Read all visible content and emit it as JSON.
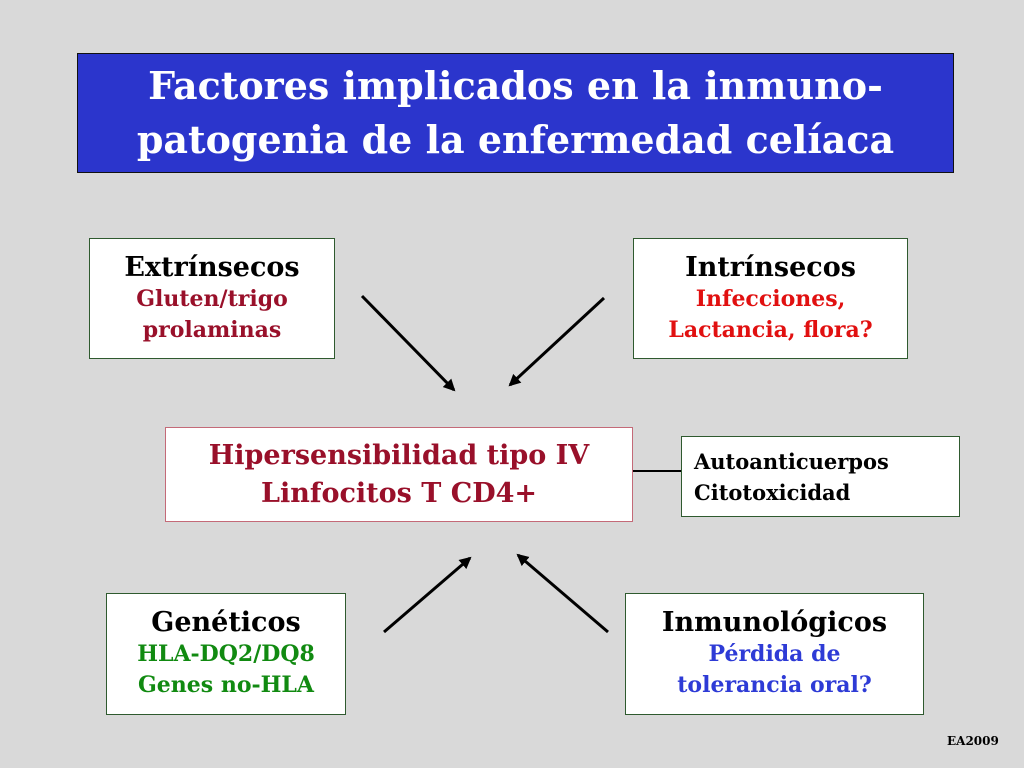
{
  "title": {
    "line1": "Factores implicados en la inmuno-",
    "line2": "patogenia de la enfermedad celíaca"
  },
  "extrinsecos": {
    "heading": "Extrínsecos",
    "lines": [
      "Gluten/trigo",
      "prolaminas"
    ]
  },
  "intrinsecos": {
    "heading": "Intrínsecos",
    "lines": [
      "Infecciones,",
      "Lactancia, flora?"
    ]
  },
  "center": {
    "lines": [
      "Hipersensibilidad tipo IV",
      "Linfocitos T CD4+"
    ]
  },
  "effects": {
    "lines": [
      "Autoanticuerpos",
      "Citotoxicidad"
    ]
  },
  "geneticos": {
    "heading": "Genéticos",
    "lines": [
      "HLA-DQ2/DQ8",
      "Genes no-HLA"
    ]
  },
  "inmunologicos": {
    "heading": "Inmunológicos",
    "lines": [
      "Pérdida de",
      "tolerancia oral?"
    ]
  },
  "footer": "EA2009",
  "colors": {
    "title_bg": "#2b35cc",
    "background": "#d9d9d9",
    "maroon": "#99102a",
    "red": "#e11010",
    "green": "#118a11",
    "blue": "#2e3bd6"
  }
}
